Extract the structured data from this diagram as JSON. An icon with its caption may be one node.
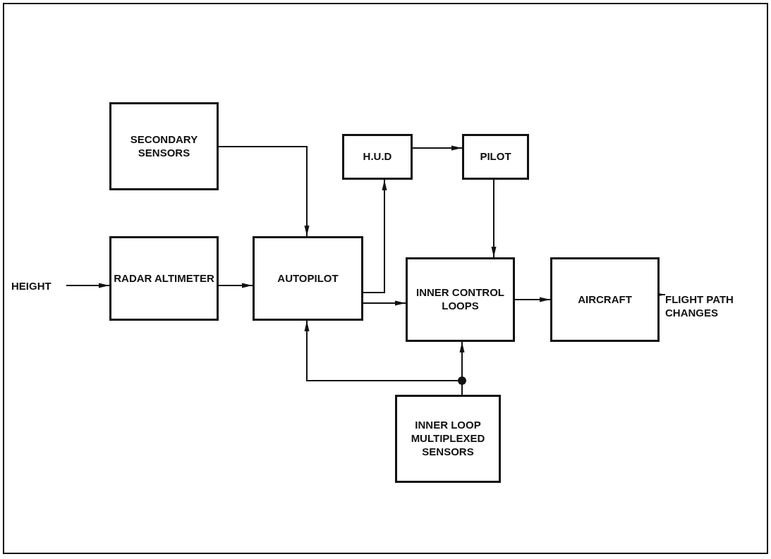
{
  "diagram": {
    "nodes": [
      {
        "text": [
          "SECONDARY SENSORS"
        ]
      },
      {
        "text": [
          "H.U.D"
        ]
      },
      {
        "text": [
          "PILOT"
        ]
      },
      {
        "text": [
          "HEIGHT"
        ]
      },
      {
        "text": [
          "RADAR ALTIMETER"
        ]
      },
      {
        "text": [
          "AUTOPILOT"
        ]
      },
      {
        "text": [
          "INNER CONTROL LOOPS"
        ]
      },
      {
        "text": [
          "AIRCRAFT"
        ]
      },
      {
        "text": [
          "FLIGHT PATH CHANGES"
        ]
      },
      {
        "text": [
          "INNER LOOP MULTIPLEXED SENSORS"
        ]
      }
    ],
    "edges": [
      {
        "from": 0,
        "to": 5,
        "arrow": "to"
      },
      {
        "from": 5,
        "to": 1,
        "arrow": "to"
      },
      {
        "from": 1,
        "to": 2,
        "arrow": "to"
      },
      {
        "from": 2,
        "to": 6,
        "arrow": "to"
      },
      {
        "from": 3,
        "to": 4,
        "arrow": "to"
      },
      {
        "from": 4,
        "to": 5,
        "arrow": "to"
      },
      {
        "from": 5,
        "to": 6,
        "arrow": "to"
      },
      {
        "from": 6,
        "to": 7,
        "arrow": "to"
      },
      {
        "from": 7,
        "to": 8,
        "arrow": "to"
      },
      {
        "from": 9,
        "to": 6,
        "arrow": "to"
      },
      {
        "from": 9,
        "to": 5,
        "arrow": "to"
      }
    ]
  }
}
